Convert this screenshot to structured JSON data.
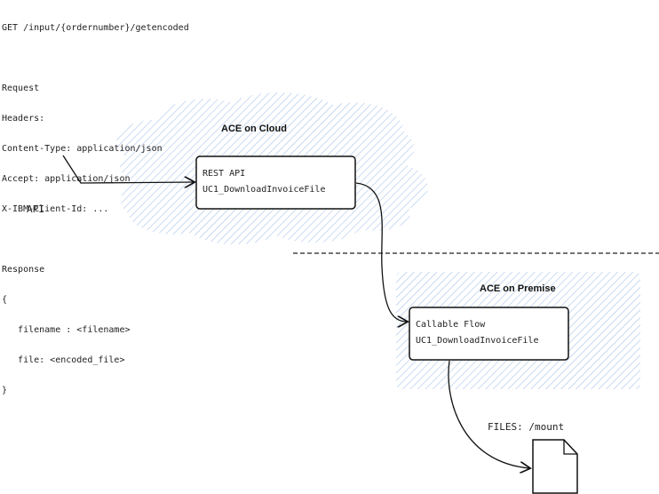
{
  "request_spec": {
    "endpoint": "GET /input/{ordernumber}/getencoded",
    "request_label": "Request",
    "headers_label": "Headers:",
    "headers": [
      "Content-Type: application/json",
      "Accept: application/json",
      "X-IBM-Client-Id: ..."
    ],
    "response_label": "Response",
    "response_open": "{",
    "response_fields": [
      "   filename : <filename>",
      "   file: <encoded_file>"
    ],
    "response_close": "}"
  },
  "api_label": "API",
  "cloud": {
    "title": "ACE on Cloud",
    "box_title": "REST API",
    "box_subtitle": "UC1_DownloadInvoiceFile"
  },
  "premise": {
    "title": "ACE on Premise",
    "box_title": "Callable Flow",
    "box_subtitle": "UC1_DownloadInvoiceFile"
  },
  "files_label": "FILES: /mount",
  "colors": {
    "hatch": "#a9c3e8",
    "stroke": "#111111"
  }
}
